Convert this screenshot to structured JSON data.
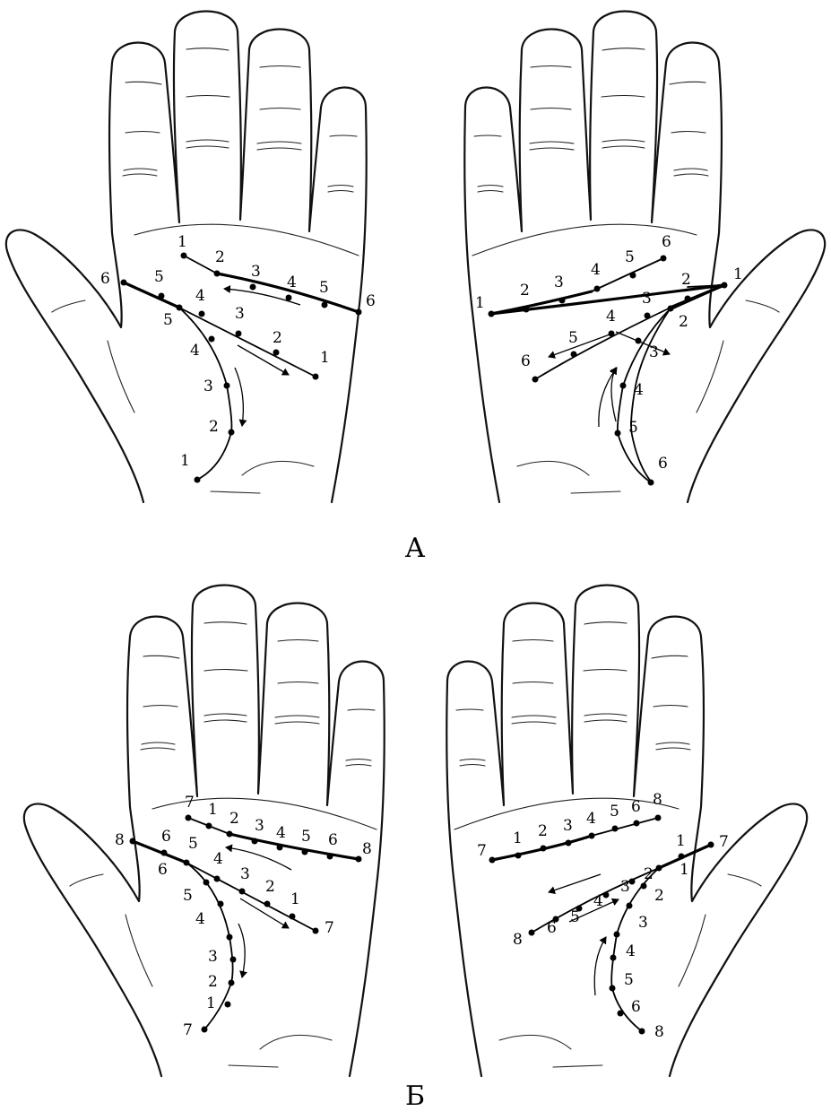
{
  "captions": {
    "top": "А",
    "bottom": "Б"
  },
  "panels": [
    {
      "id": "a-left",
      "labels": {
        "heart": [
          "1",
          "2",
          "3",
          "4",
          "5",
          "6"
        ],
        "head": [
          "1",
          "2",
          "3",
          "4",
          "5",
          "6"
        ],
        "life": [
          "1",
          "2",
          "3",
          "4",
          "5"
        ]
      }
    },
    {
      "id": "a-right",
      "labels": {
        "heart": [
          "1",
          "2",
          "3",
          "4",
          "5",
          "6"
        ],
        "head": [
          "1",
          "2",
          "3",
          "4",
          "5",
          "6"
        ],
        "life": [
          "2",
          "3",
          "4",
          "5",
          "6"
        ]
      }
    },
    {
      "id": "b-left",
      "labels": {
        "heart": [
          "7",
          "1",
          "2",
          "3",
          "4",
          "5",
          "6",
          "8"
        ],
        "head": [
          "8",
          "6",
          "5",
          "4",
          "3",
          "2",
          "1",
          "7"
        ],
        "life": [
          "6",
          "5",
          "4",
          "3",
          "2",
          "1",
          "7"
        ]
      }
    },
    {
      "id": "b-right",
      "labels": {
        "heart": [
          "7",
          "1",
          "2",
          "3",
          "4",
          "5",
          "6",
          "8"
        ],
        "head": [
          "8",
          "6",
          "5",
          "4",
          "3",
          "2",
          "1",
          "7"
        ],
        "life": [
          "1",
          "2",
          "3",
          "4",
          "5",
          "6",
          "8"
        ]
      }
    }
  ]
}
